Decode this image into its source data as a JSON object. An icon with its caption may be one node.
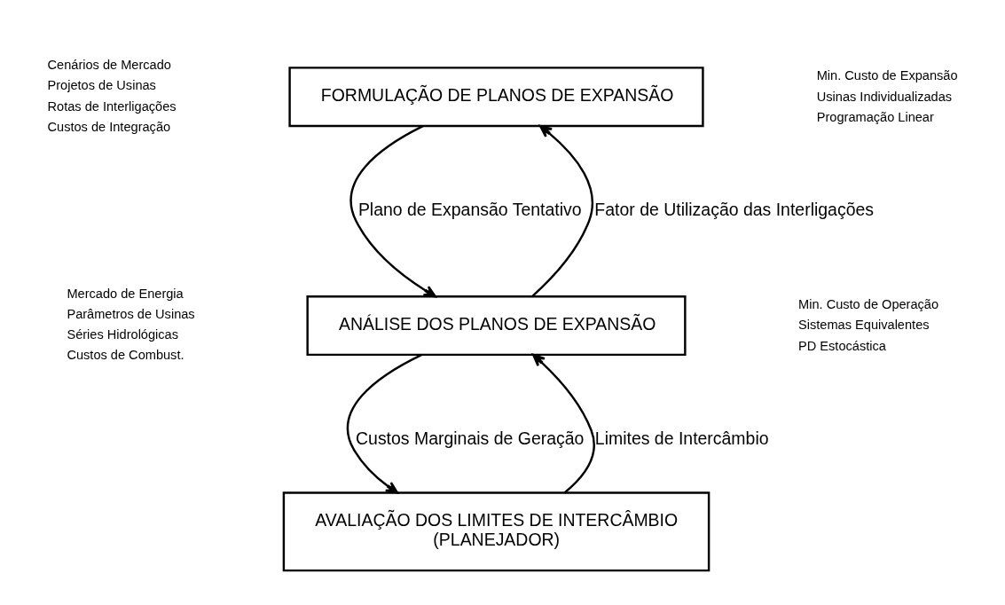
{
  "diagram": {
    "nodes": [
      {
        "text": [
          "FORMULAÇÃO DE PLANOS DE EXPANSÃO"
        ],
        "beside": [
          "Cenários de Mercado",
          "Projetos de Usinas",
          "Rotas de Interligações",
          "Custos de Integração",
          "Min. Custo de Expansão",
          "Usinas Individualizadas",
          "Programação Linear"
        ]
      },
      {
        "text": [
          "ANÁLISE DOS PLANOS DE EXPANSÃO"
        ],
        "beside": [
          "Mercado de Energia",
          "Parâmetros de Usinas",
          "Séries Hidrológicas",
          "Custos de Combust.",
          "Min. Custo de Operação",
          "Sistemas Equivalentes",
          "PD Estocástica"
        ]
      },
      {
        "text": [
          "AVALIAÇÃO DOS LIMITES DE INTERCÂMBIO",
          "(PLANEJADOR)"
        ]
      }
    ],
    "edges": [
      {
        "from": 0,
        "to": 1,
        "arrow": "to",
        "label": "Plano de Expansão Tentativo"
      },
      {
        "from": 1,
        "to": 0,
        "arrow": "to",
        "label": "Fator de Utilização das Interligações"
      },
      {
        "from": 1,
        "to": 2,
        "arrow": "to",
        "label": "Custos Marginais de Geração"
      },
      {
        "from": 2,
        "to": 1,
        "arrow": "to",
        "label": "Limites de Intercâmbio"
      }
    ]
  }
}
